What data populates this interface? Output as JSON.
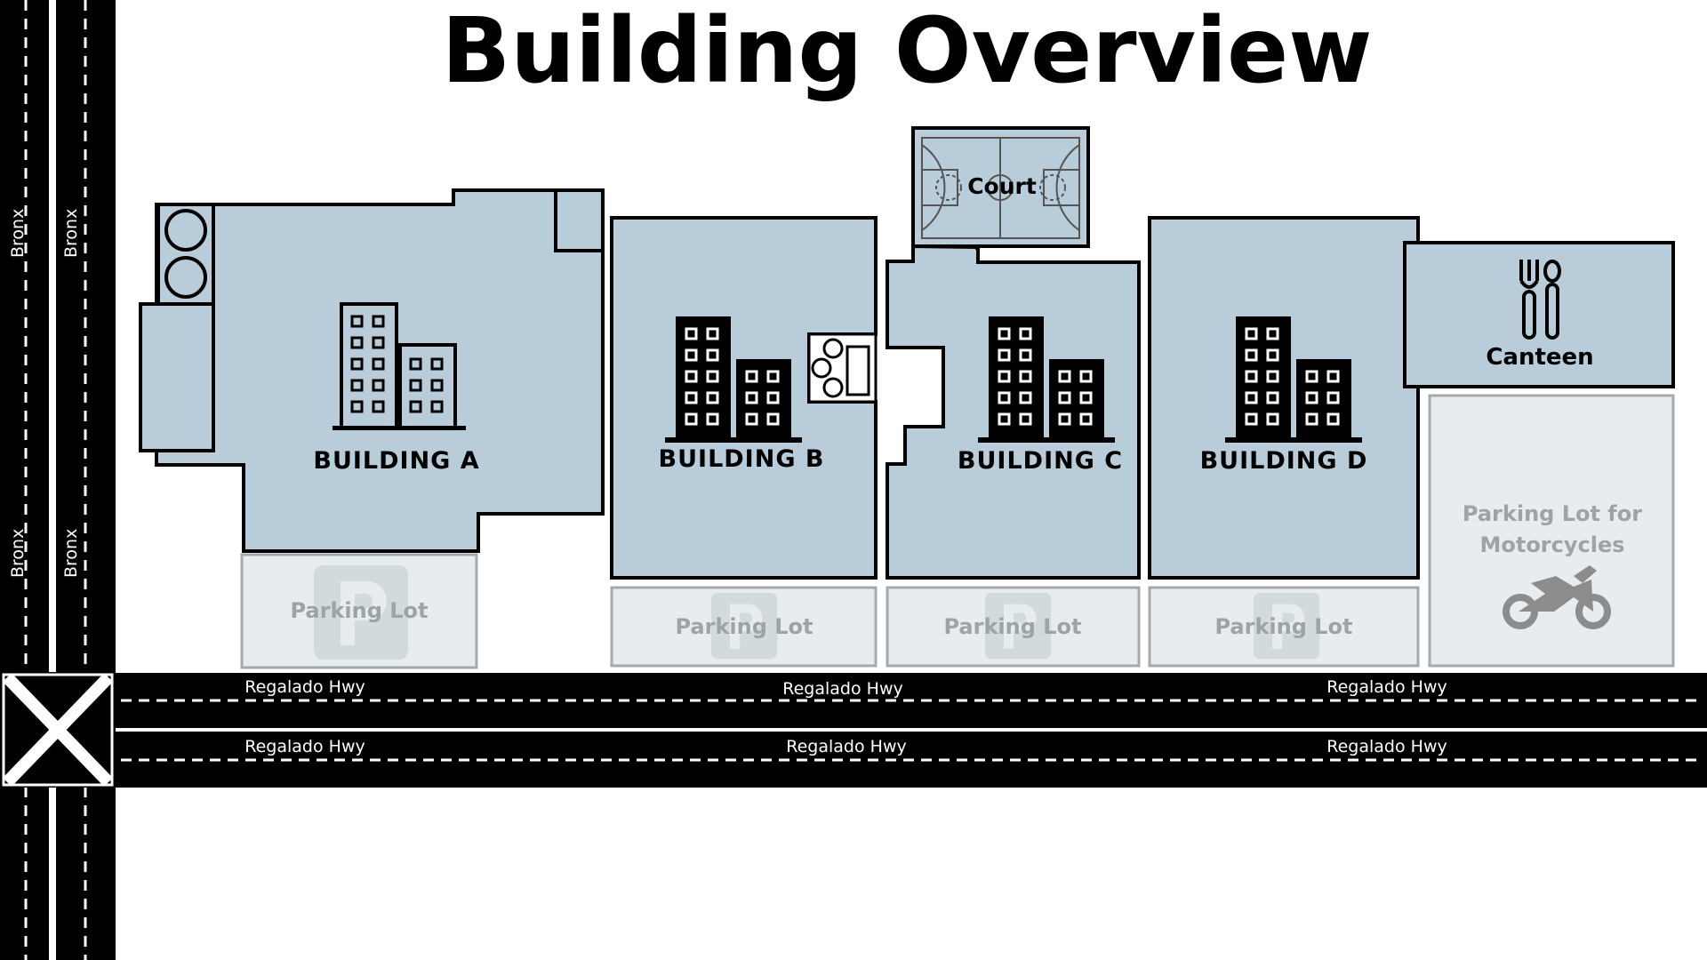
{
  "title": "Building Overview",
  "buildings": [
    {
      "id": "a",
      "label": "BUILDING A"
    },
    {
      "id": "b",
      "label": "BUILDING B"
    },
    {
      "id": "c",
      "label": "BUILDING C"
    },
    {
      "id": "d",
      "label": "BUILDING D"
    }
  ],
  "court": {
    "label": "Court"
  },
  "canteen": {
    "label": "Canteen",
    "icon": "fork-knife-icon"
  },
  "parking": {
    "lot_label": "Parking Lot",
    "moto_lines": [
      "Parking Lot for",
      "Motorcycles"
    ],
    "parking_icon": "parking-p-icon",
    "moto_icon": "motorcycle-icon"
  },
  "roads": {
    "vertical_name": "Bronx",
    "horizontal_name": "Regalado Hwy"
  },
  "colors": {
    "building_fill": "#b8cdd9",
    "road": "#000000",
    "lot_fill": "#e6ecef"
  }
}
